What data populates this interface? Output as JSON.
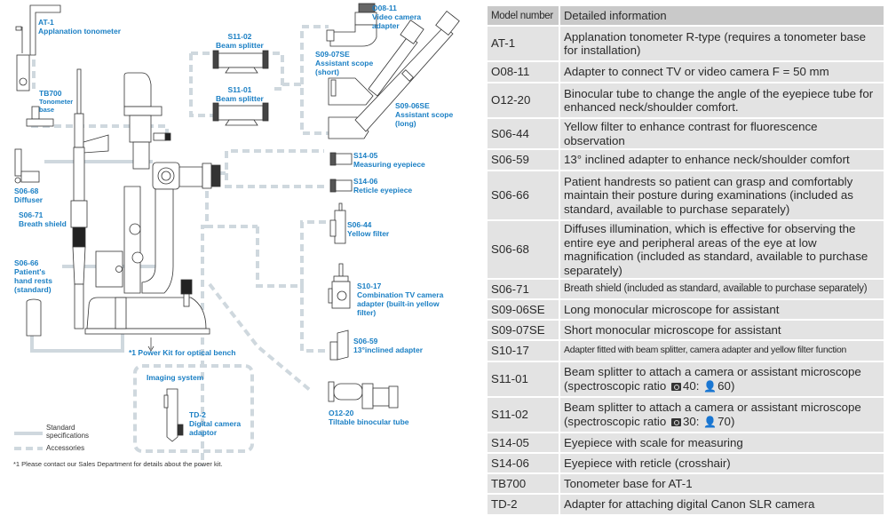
{
  "colors": {
    "label_blue": "#1a7fc4",
    "connector_gray": "#cfd8de",
    "table_header_bg": "#c9c9c9",
    "table_row_bg": "#e3e3e3"
  },
  "diagram": {
    "labels": [
      {
        "id": "at1",
        "code": "AT-1",
        "name": "Applanation tonometer"
      },
      {
        "id": "tb700",
        "code": "TB700",
        "name": "Tonometer base"
      },
      {
        "id": "s0668",
        "code": "S06-68",
        "name": "Diffuser"
      },
      {
        "id": "s0671",
        "code": "S06-71",
        "name": "Breath shield"
      },
      {
        "id": "s0666",
        "code": "S06-66",
        "name": "Patient's hand rests (standard)"
      },
      {
        "id": "s1102",
        "code": "S11-02",
        "name": "Beam splitter"
      },
      {
        "id": "s1101",
        "code": "S11-01",
        "name": "Beam splitter"
      },
      {
        "id": "o0811",
        "code": "O08-11",
        "name": "Video camera adapter"
      },
      {
        "id": "s0907",
        "code": "S09-07SE",
        "name": "Assistant scope (short)"
      },
      {
        "id": "s0906",
        "code": "S09-06SE",
        "name": "Assistant scope (long)"
      },
      {
        "id": "s1405",
        "code": "S14-05",
        "name": "Measuring eyepiece"
      },
      {
        "id": "s1406",
        "code": "S14-06",
        "name": "Reticle eyepiece"
      },
      {
        "id": "s0644",
        "code": "S06-44",
        "name": "Yellow filter"
      },
      {
        "id": "s1017",
        "code": "S10-17",
        "name": "Combination TV camera adapter (built-in yellow filter)"
      },
      {
        "id": "s0659",
        "code": "S06-59",
        "name": "13°inclined adapter"
      },
      {
        "id": "o1220",
        "code": "O12-20",
        "name": "Tiltable binocular tube"
      },
      {
        "id": "td2",
        "code": "TD-2",
        "name": "Digital camera adaptor"
      }
    ],
    "power_kit": "*1 Power Kit for optical bench",
    "imaging_system": "Imaging system",
    "legend": {
      "standard": "Standard specifications",
      "accessories": "Accessories"
    },
    "footnote": "*1 Please contact our Sales Department for details about the power kit."
  },
  "table": {
    "headers": [
      "Model number",
      "Detailed information"
    ],
    "rows": [
      {
        "model": "AT-1",
        "info": "Applanation tonometer R-type (requires a tonometer base for installation)"
      },
      {
        "model": "O08-11",
        "info": "Adapter to connect TV or video camera  F = 50 mm"
      },
      {
        "model": "O12-20",
        "info": "Binocular tube to change the angle of the eyepiece tube for enhanced neck/shoulder comfort."
      },
      {
        "model": "S06-44",
        "info": "Yellow filter to enhance contrast for fluorescence observation"
      },
      {
        "model": "S06-59",
        "info": "13° inclined adapter to enhance neck/shoulder comfort"
      },
      {
        "model": "S06-66",
        "info": "Patient handrests so patient can grasp and comfortably maintain their posture during examinations (included as standard, available to purchase separately)"
      },
      {
        "model": "S06-68",
        "info": "Diffuses illumination, which is effective for observing the entire eye and peripheral areas of the eye at low magnification (included as standard, available to purchase separately)"
      },
      {
        "model": "S06-71",
        "info": "Breath shield (included as standard, available to purchase separately)"
      },
      {
        "model": "S09-06SE",
        "info": "Long monocular microscope for assistant"
      },
      {
        "model": "S09-07SE",
        "info": "Short monocular microscope for assistant"
      },
      {
        "model": "S10-17",
        "info": "Adapter fitted with beam splitter, camera adapter and yellow filter function"
      },
      {
        "model": "S11-01",
        "info_prefix": "Beam splitter to attach a camera or assistant microscope (spectroscopic ratio",
        "camera_ratio": "40:",
        "assistant_ratio": "60)"
      },
      {
        "model": "S11-02",
        "info_prefix": "Beam splitter to attach a camera or assistant microscope (spectroscopic ratio",
        "camera_ratio": "30:",
        "assistant_ratio": "70)"
      },
      {
        "model": "S14-05",
        "info": "Eyepiece with scale for measuring"
      },
      {
        "model": "S14-06",
        "info": "Eyepiece with reticle (crosshair)"
      },
      {
        "model": "TB700",
        "info": "Tonometer base for AT-1"
      },
      {
        "model": "TD-2",
        "info": "Adapter for attaching digital Canon SLR camera"
      }
    ]
  }
}
